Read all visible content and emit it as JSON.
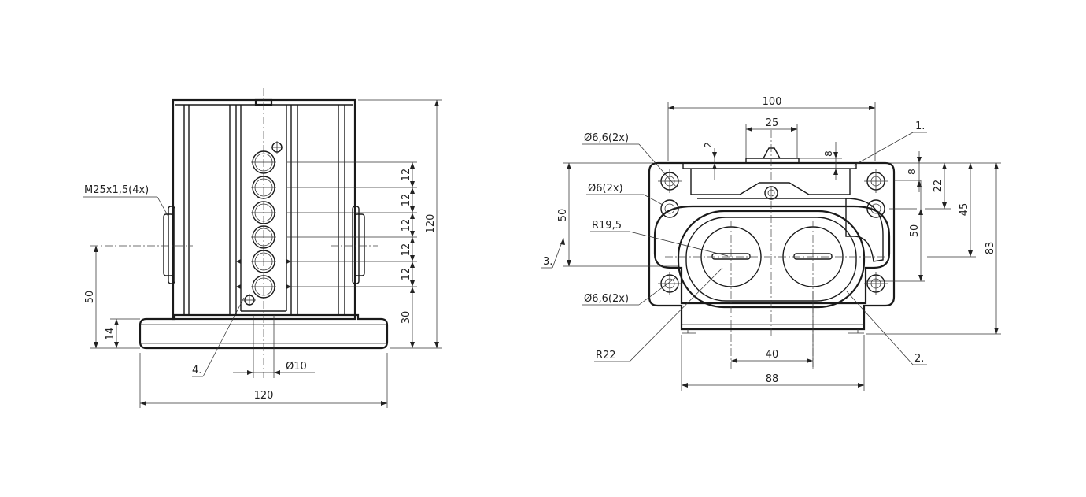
{
  "left_view": {
    "labels": {
      "thread": "M25x1,5(4x)",
      "dim_height_50": "50",
      "dim_height_14": "14",
      "dim_width_120": "120",
      "item_4": "4.",
      "dia_10": "Ø10",
      "dim_total_120": "120",
      "dim_30": "30",
      "pitch": "12"
    }
  },
  "right_view": {
    "labels": {
      "dim_100": "100",
      "dim_25": "25",
      "dim_2": "2",
      "dim_8_top": "8",
      "item_1": "1.",
      "hole_66_top": "Ø6,6(2x)",
      "hole_6": "Ø6(2x)",
      "r195": "R19,5",
      "hole_66_bottom": "Ø6,6(2x)",
      "r22": "R22",
      "item_3": "3.",
      "dim_50_left": "50",
      "dim_8_right": "8",
      "dim_22": "22",
      "dim_45": "45",
      "dim_50_right": "50",
      "dim_83": "83",
      "dim_40": "40",
      "dim_88": "88",
      "item_2": "2."
    }
  }
}
